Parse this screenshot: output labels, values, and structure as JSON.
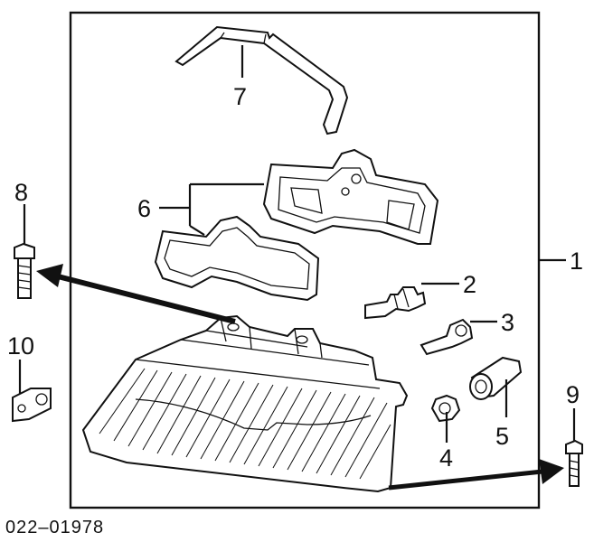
{
  "diagram_code": "022–01978",
  "callouts": [
    {
      "id": "1",
      "label": "1"
    },
    {
      "id": "2",
      "label": "2"
    },
    {
      "id": "3",
      "label": "3"
    },
    {
      "id": "4",
      "label": "4"
    },
    {
      "id": "5",
      "label": "5"
    },
    {
      "id": "6",
      "label": "6"
    },
    {
      "id": "7",
      "label": "7"
    },
    {
      "id": "8",
      "label": "8"
    },
    {
      "id": "9",
      "label": "9"
    },
    {
      "id": "10",
      "label": "10"
    }
  ]
}
